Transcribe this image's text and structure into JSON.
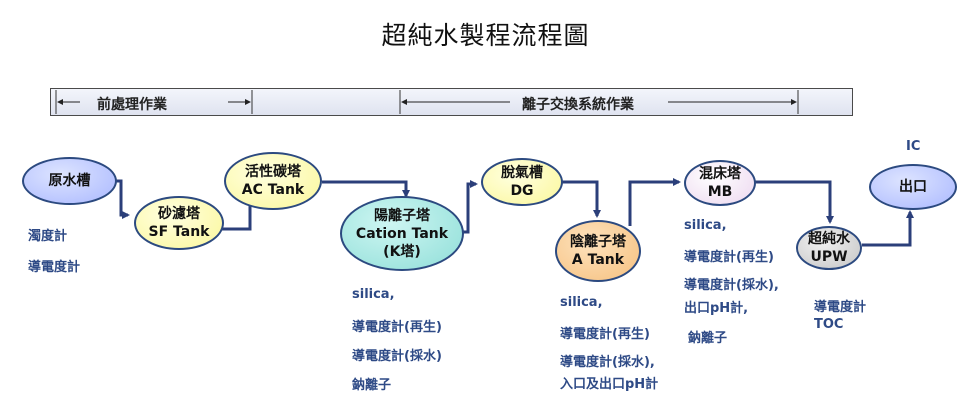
{
  "title": "超純水製程流程圖",
  "phases": {
    "pre": "前處理作業",
    "ion": "離子交換系統作業"
  },
  "nodes": {
    "raw_water": {
      "line1": "原水槽"
    },
    "sand_filter": {
      "line1": "砂濾塔",
      "line2": "SF Tank"
    },
    "activated_carbon": {
      "line1": "活性碳塔",
      "line2": "AC Tank"
    },
    "cation": {
      "line1": "陽離子塔",
      "line2": "Cation Tank",
      "line3": "(K塔)"
    },
    "degasifier": {
      "line1": "脫氣槽",
      "line2": "DG"
    },
    "anion": {
      "line1": "陰離子塔",
      "line2": "A Tank"
    },
    "mixed_bed": {
      "line1": "混床塔",
      "line2": "MB"
    },
    "upw": {
      "line1": "超純水",
      "line2": "UPW"
    },
    "outlet": {
      "line1": "出口"
    }
  },
  "notes": {
    "raw_water": [
      "濁度計",
      "導電度計"
    ],
    "cation": [
      "silica,",
      "導電度計(再生)",
      "導電度計(採水)",
      "鈉離子"
    ],
    "anion": [
      "silica,",
      "導電度計(再生)",
      "導電度計(採水),",
      "入口及出口pH計"
    ],
    "mixed_bed": [
      "silica,",
      "導電度計(再生)",
      "導電度計(採水),",
      "出口pH計,",
      "鈉離子"
    ],
    "upw": [
      "導電度計",
      "TOC"
    ],
    "outlet_top": "IC"
  },
  "colors": {
    "arrow": "#2b3f7a",
    "text_note": "#2e4a86",
    "border": "#2c4a80"
  }
}
